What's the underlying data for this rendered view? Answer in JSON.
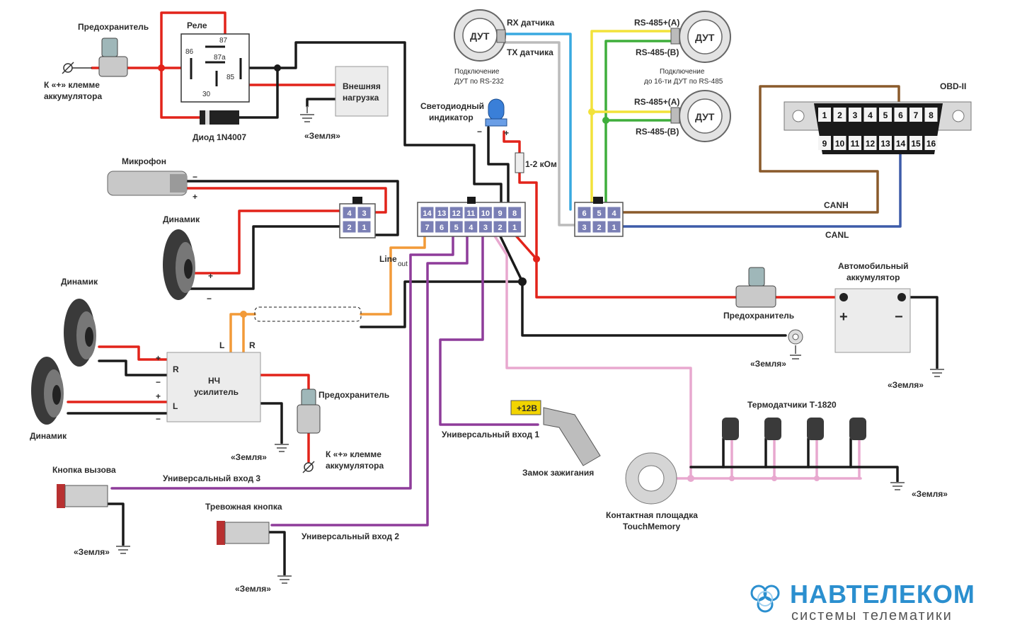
{
  "labels": {
    "fuse_top": "Предохранитель",
    "relay": "Реле",
    "relay_87": "87",
    "relay_86": "86",
    "relay_87a": "87a",
    "relay_85": "85",
    "relay_30": "30",
    "battery_plus_top_1": "К «+» клемме",
    "battery_plus_top_2": "аккумулятора",
    "ext_load_1": "Внешняя",
    "ext_load_2": "нагрузка",
    "ground_load": "«Земля»",
    "diode": "Диод 1N4007",
    "rx_sensor": "RX датчика",
    "tx_sensor": "TX датчика",
    "dut_rs232_1": "Подключение",
    "dut_rs232_2": "ДУТ по RS-232",
    "dut_label": "ДУТ",
    "rs485_a_1": "RS-485+(A)",
    "rs485_b_1": "RS-485-(B)",
    "rs485_a_2": "RS-485+(A)",
    "rs485_b_2": "RS-485-(B)",
    "dut_rs485_1": "Подключение",
    "dut_rs485_2": "до 16-ти ДУТ по RS-485",
    "led_1": "Светодиодный",
    "led_2": "индикатор",
    "resistor": "1-2 кОм",
    "obd": "OBD-II",
    "canh": "CANH",
    "canl": "CANL",
    "microphone": "Микрофон",
    "speaker_1": "Динамик",
    "speaker_2": "Динамик",
    "speaker_3": "Динамик",
    "line_out": "Line",
    "line_out_sub": "out",
    "car_battery_1": "Автомобильный",
    "car_battery_2": "аккумулятор",
    "fuse_mid": "Предохранитель",
    "ground_mid": "«Земля»",
    "ground_battery": "«Земля»",
    "amp_1": "НЧ",
    "amp_2": "усилитель",
    "amp_L": "L",
    "amp_R": "R",
    "fuse_amp": "Предохранитель",
    "ground_amp": "«Земля»",
    "battery_plus_amp_1": "К «+» клемме",
    "battery_plus_amp_2": "аккумулятора",
    "plus12": "+12В",
    "univ_in_1": "Универсальный вход 1",
    "ignition": "Замок зажигания",
    "thermo": "Термодатчики Т-1820",
    "ground_thermo": "«Земля»",
    "touch_1": "Контактная площадка",
    "touch_2": "TouchMemory",
    "call_button": "Кнопка вызова",
    "univ_in_3": "Универсальный вход 3",
    "ground_call": "«Земля»",
    "alarm_button": "Тревожная кнопка",
    "univ_in_2": "Универсальный вход 2",
    "ground_alarm": "«Земля»",
    "plus": "+",
    "minus": "−"
  },
  "main_connector": {
    "top_pins": [
      "14",
      "13",
      "12",
      "11",
      "10",
      "9",
      "8"
    ],
    "bottom_pins": [
      "7",
      "6",
      "5",
      "4",
      "3",
      "2",
      "1"
    ]
  },
  "audio_connector": {
    "top_pins": [
      "4",
      "3"
    ],
    "bottom_pins": [
      "2",
      "1"
    ]
  },
  "rs_connector": {
    "top_pins": [
      "6",
      "5",
      "4"
    ],
    "bottom_pins": [
      "3",
      "2",
      "1"
    ]
  },
  "obd_pins": {
    "top": [
      "1",
      "2",
      "3",
      "4",
      "5",
      "6",
      "7",
      "8"
    ],
    "bottom": [
      "9",
      "10",
      "11",
      "12",
      "13",
      "14",
      "15",
      "16"
    ]
  },
  "logo": {
    "name": "НАВТЕЛЕКОМ",
    "tagline": "системы телематики"
  },
  "colors": {
    "power": "#e2231a",
    "ground": "#1a1a1a",
    "audio_out": "#f29a38",
    "inputs": "#8e3c9a",
    "one_wire": "#e8a8cf",
    "rs485_a": "#f2e23a",
    "rs485_b": "#3fae3b",
    "canh": "#8a5a2b",
    "canl": "#3d5ba9",
    "rx": "#38a9e0",
    "brand": "#2b8fcf"
  }
}
